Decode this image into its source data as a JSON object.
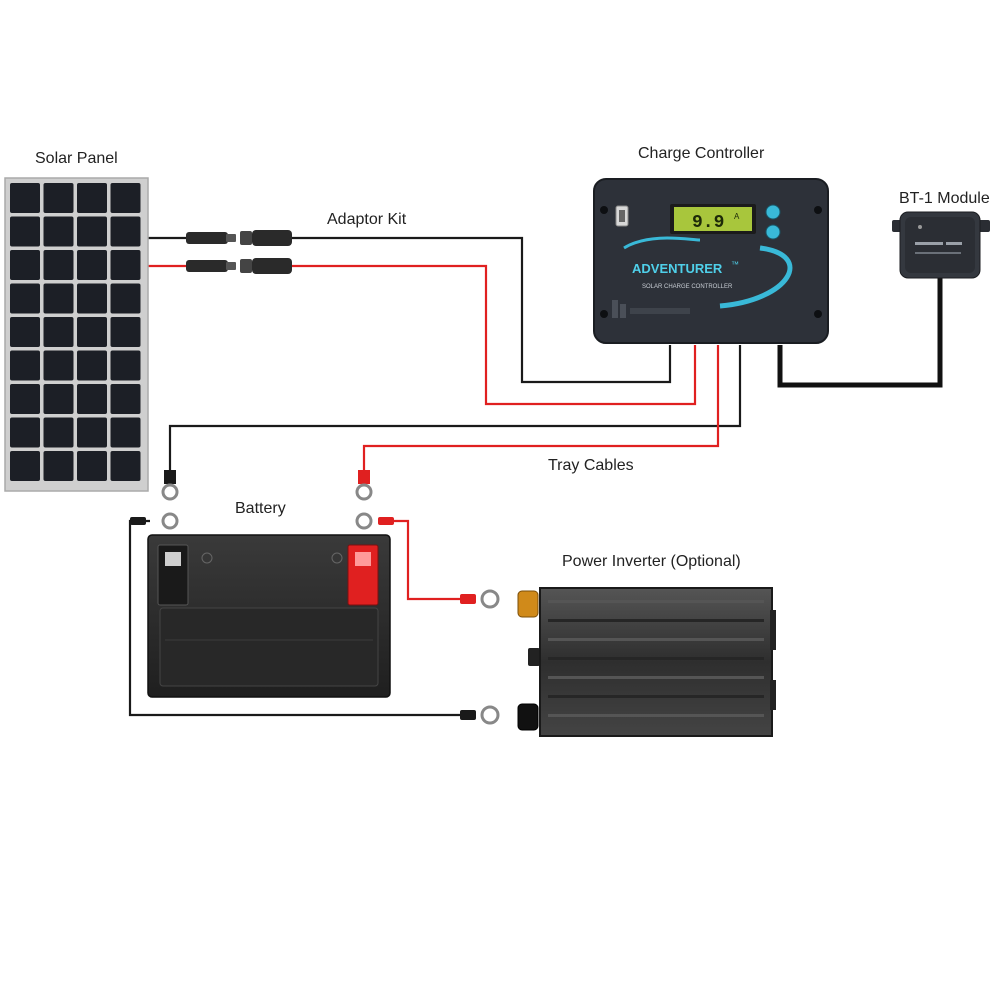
{
  "labels": {
    "solar_panel": "Solar Panel",
    "adaptor_kit": "Adaptor Kit",
    "charge_controller": "Charge Controller",
    "bt1_module": "BT-1 Module",
    "tray_cables": "Tray Cables",
    "battery": "Battery",
    "power_inverter": "Power Inverter (Optional)"
  },
  "controller": {
    "display_value": "9.9",
    "display_unit": "A",
    "brand": "ADVENTURER",
    "trademark": "™",
    "subtitle": "SOLAR CHARGE CONTROLLER"
  },
  "colors": {
    "positive_wire": "#e02020",
    "negative_wire": "#1a1a1a",
    "panel_cell": "#1c1f26",
    "panel_frame": "#c8c8c8",
    "controller_body": "#2d3139",
    "lcd": "#a8c63c",
    "accent": "#39b9d8",
    "battery_body": "#2a2a2a",
    "inverter_body": "#3a3a3a"
  }
}
